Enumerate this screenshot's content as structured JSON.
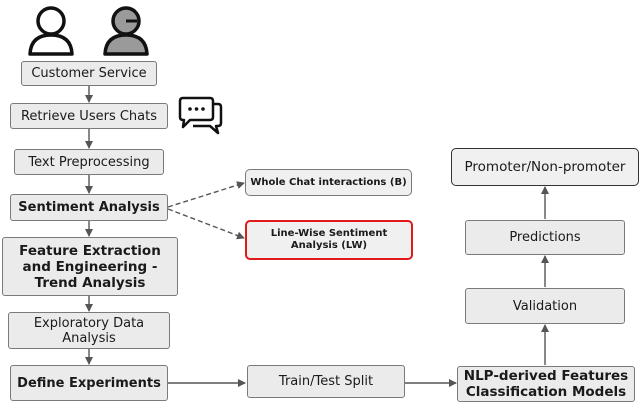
{
  "nodes": {
    "customer_service": "Customer Service",
    "retrieve_chats": "Retrieve Users Chats",
    "text_preprocessing": "Text Preprocessing",
    "sentiment_analysis": "Sentiment Analysis",
    "feature_extraction": "Feature Extraction and Engineering - Trend Analysis",
    "exploratory": "Exploratory Data Analysis",
    "define_experiments": "Define Experiments",
    "whole_chat": "Whole Chat interactions (B)",
    "line_wise": "Line-Wise Sentiment Analysis (LW)",
    "train_test": "Train/Test Split",
    "nlp_models": "NLP-derived Features Classification Models",
    "validation": "Validation",
    "predictions": "Predictions",
    "promoter": "Promoter/Non-promoter"
  },
  "icons": [
    "user-icon",
    "agent-icon",
    "chat-bubbles-icon"
  ],
  "colors": {
    "box_fill": "#ebebeb",
    "border": "#7a7a7a",
    "highlight": "#e01b1b",
    "arrow": "#555555"
  }
}
